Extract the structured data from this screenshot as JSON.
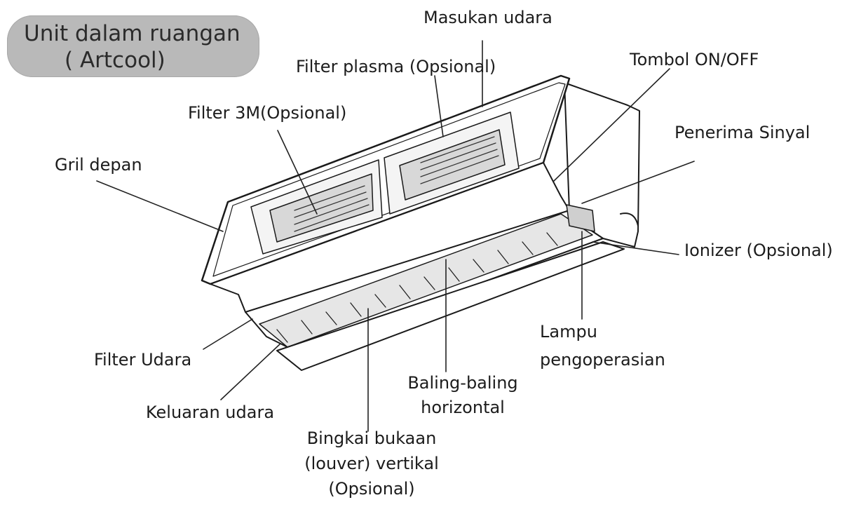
{
  "title": {
    "line1": "Unit dalam ruangan",
    "line2": "( Artcool)"
  },
  "labels": {
    "masukan_udara": "Masukan udara",
    "filter_plasma": "Filter plasma (Opsional)",
    "tombol_onoff": "Tombol ON/OFF",
    "filter_3m": "Filter 3M(Opsional)",
    "penerima_sinyal": "Penerima Sinyal",
    "gril_depan": "Gril depan",
    "ionizer": "Ionizer (Opsional)",
    "lampu_1": "Lampu",
    "lampu_2": "pengoperasian",
    "filter_udara": "Filter Udara",
    "baling_1": "Baling-baling",
    "baling_2": "horizontal",
    "keluaran_udara": "Keluaran udara",
    "bingkai_1": "Bingkai bukaan",
    "bingkai_2": "(louver) vertikal",
    "bingkai_3": "(Opsional)"
  }
}
